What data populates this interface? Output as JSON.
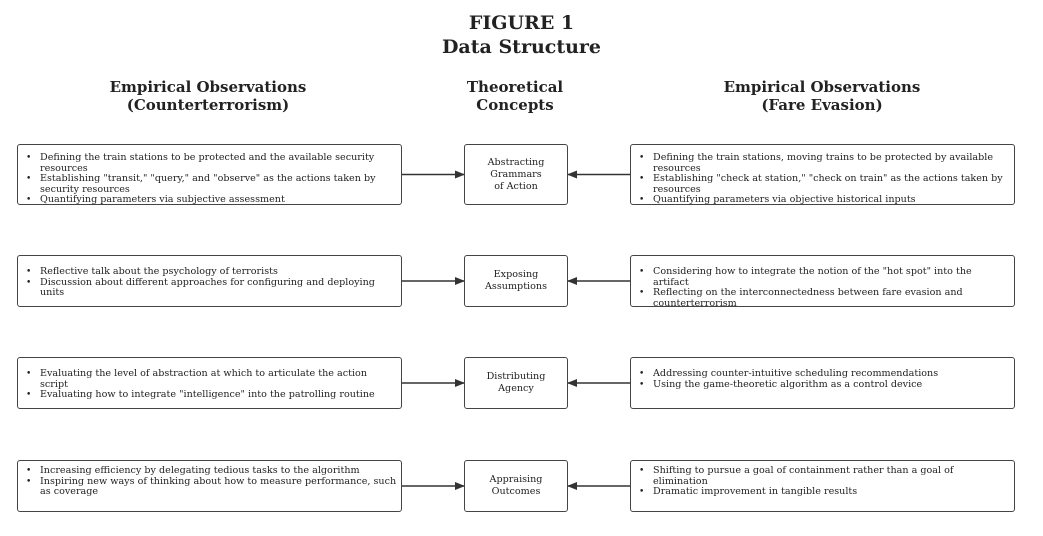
{
  "figure": {
    "label": "FIGURE 1",
    "title": "Data Structure"
  },
  "columns": {
    "left": "Empirical Observations\n(Counterterrorism)",
    "middle": "Theoretical\nConcepts",
    "right": "Empirical Observations\n(Fare Evasion)"
  },
  "rows": [
    {
      "left": [
        "Defining the train stations to be protected and the available security resources",
        "Establishing \"transit,\" \"query,\" and \"observe\" as the actions taken by security resources",
        "Quantifying parameters via subjective assessment"
      ],
      "concept": "Abstracting\nGrammars\nof Action",
      "right": [
        "Defining the train stations, moving trains to be protected by available resources",
        "Establishing \"check at station,\" \"check on train\" as the actions taken by resources",
        "Quantifying parameters via objective historical inputs"
      ]
    },
    {
      "left": [
        "Reflective talk about the psychology of terrorists",
        "Discussion about different approaches for configuring and deploying units"
      ],
      "concept": "Exposing\nAssumptions",
      "right": [
        "Considering how to integrate the notion of the \"hot spot\" into the artifact",
        "Reflecting on the interconnectedness between fare evasion and counterterrorism"
      ]
    },
    {
      "left": [
        "Evaluating the level of abstraction at which to articulate the action script",
        "Evaluating how to integrate \"intelligence\" into the patrolling routine"
      ],
      "concept": "Distributing\nAgency",
      "right": [
        "Addressing counter-intuitive scheduling recommendations",
        "Using the game-theoretic algorithm as a control device"
      ]
    },
    {
      "left": [
        "Increasing efficiency by delegating tedious tasks to the algorithm",
        "Inspiring new ways of thinking about how to measure performance, such as coverage"
      ],
      "concept": "Appraising\nOutcomes",
      "right": [
        "Shifting to pursue a goal of containment rather than a goal of elimination",
        "Dramatic improvement in tangible results"
      ]
    }
  ]
}
